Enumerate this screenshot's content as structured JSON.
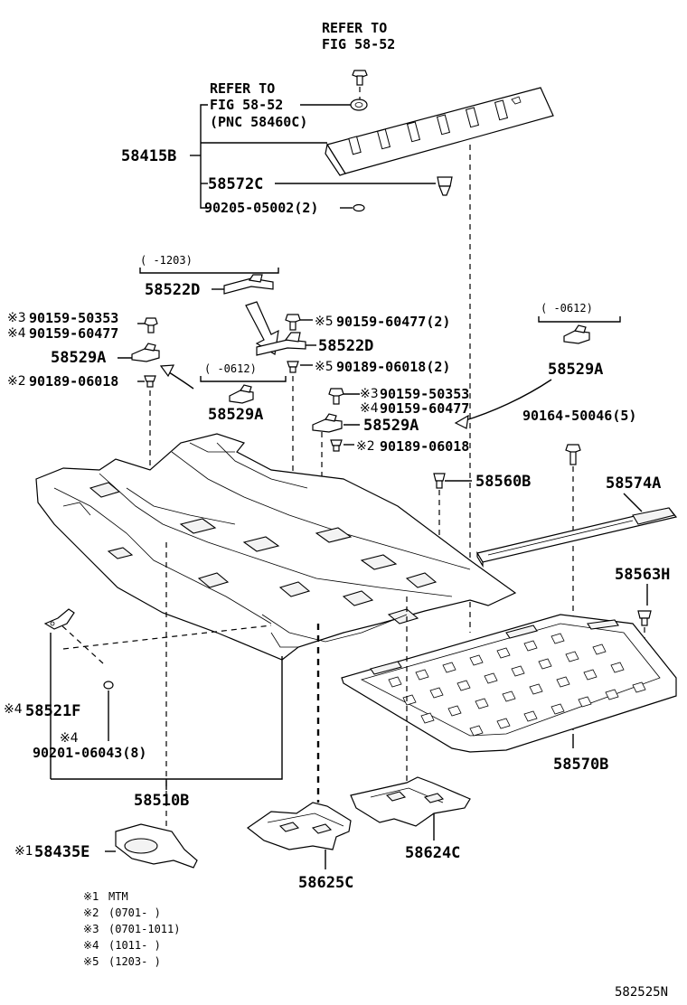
{
  "refs": {
    "top_refer_line1": "REFER TO",
    "top_refer_line2": "FIG 58-52",
    "mid_refer_line1": "REFER TO",
    "mid_refer_line2": "FIG 58-52",
    "mid_refer_line3": "(PNC 58460C)"
  },
  "labels": {
    "p58415B": "58415B",
    "p58572C": "58572C",
    "p90205": "90205-05002(2)",
    "date_1203": "(      -1203)",
    "p58522D_a": "58522D",
    "note3_90159_50353": "90159-50353",
    "note4_90159_60477": "90159-60477",
    "p58529A_left": "58529A",
    "note2_90189_06018": "90189-06018",
    "date_0612_left": "(      -0612)",
    "p58529A_mid": "58529A",
    "note5_90159_60477": "90159-60477(2)",
    "p58522D_b": "58522D",
    "note5_90189_06018": "90189-06018(2)",
    "note3_90159_50353_b": "90159-50353",
    "note4_90159_60477_b": "90159-60477",
    "p58529A_center": "58529A",
    "note2_90189_06018_b": "90189-06018",
    "date_0612_right": "(      -0612)",
    "p58529A_right": "58529A",
    "p90164": "90164-50046(5)",
    "p58560B": "58560B",
    "p58574A": "58574A",
    "p58563H": "58563H",
    "note4_58521F": "58521F",
    "note4_label": "4",
    "p90201": "90201-06043(8)",
    "p58570B": "58570B",
    "p58510B": "58510B",
    "note1_58435E": "58435E",
    "p58624C": "58624C",
    "p58625C": "58625C",
    "figure_code": "582525N"
  },
  "marks": {
    "m1": "※1",
    "m2": "※2",
    "m3": "※3",
    "m4": "※4",
    "m5": "※5"
  },
  "legend": [
    {
      "mark": "※1",
      "text": "MTM"
    },
    {
      "mark": "※2",
      "text": "(0701-      )"
    },
    {
      "mark": "※3",
      "text": "(0701-1011)"
    },
    {
      "mark": "※4",
      "text": "(1011-      )"
    },
    {
      "mark": "※5",
      "text": "(1203-      )"
    }
  ]
}
